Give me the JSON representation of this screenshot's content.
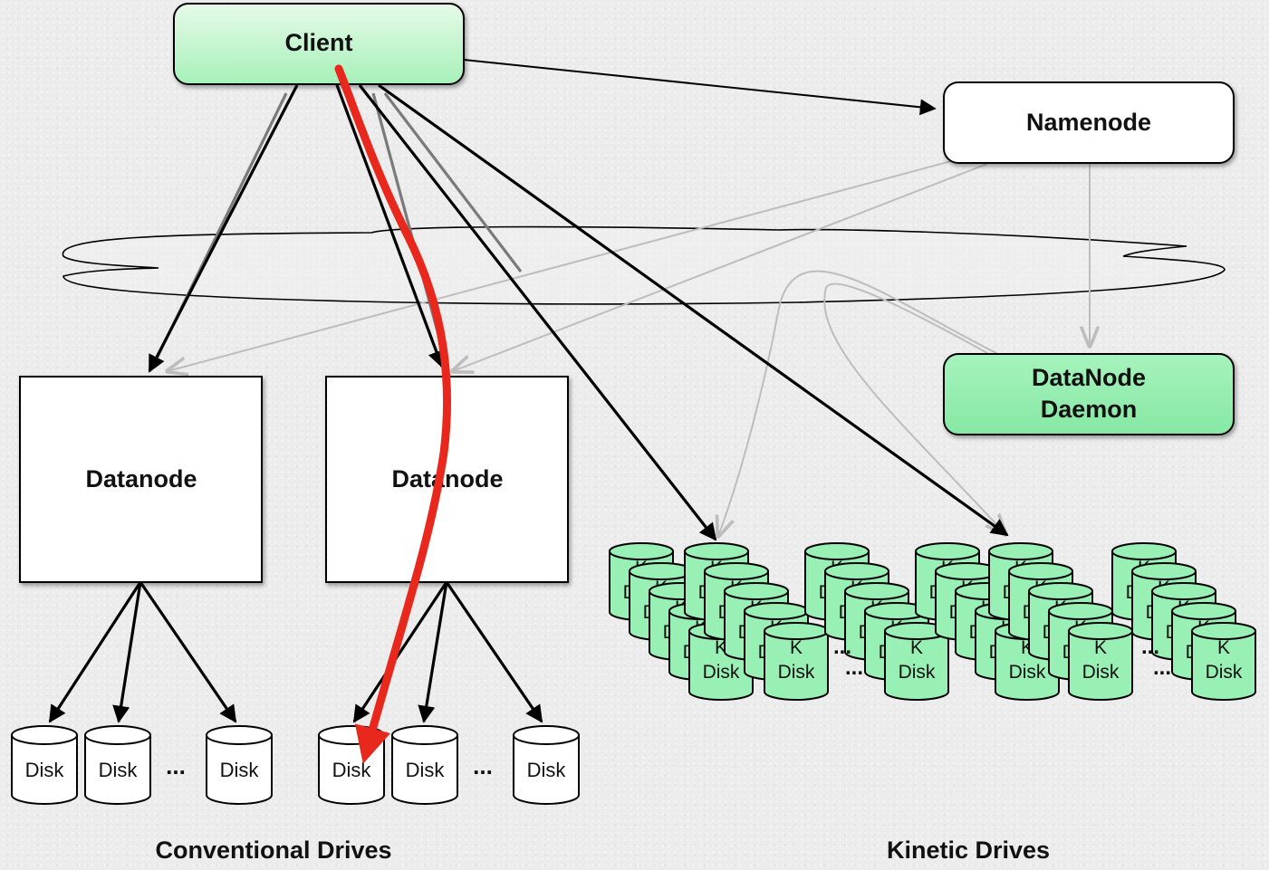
{
  "nodes": {
    "client": "Client",
    "namenode": "Namenode",
    "datanode_daemon_line1": "DataNode",
    "datanode_daemon_line2": "Daemon",
    "datanode1": "Datanode",
    "datanode2": "Datanode"
  },
  "disks": {
    "disk_label": "Disk",
    "kinetic_prefix": "K",
    "ellipsis": "..."
  },
  "captions": {
    "conventional": "Conventional Drives",
    "kinetic": "Kinetic Drives"
  },
  "colors": {
    "green_fill": "#98f0b4",
    "red_path": "#e8281c",
    "gray_arrow": "#bdbdbd"
  }
}
